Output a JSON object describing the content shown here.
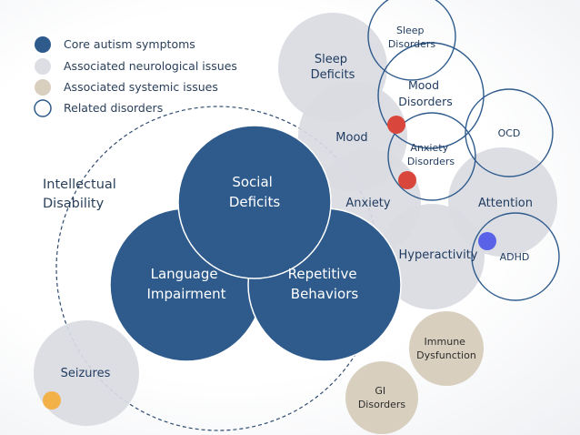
{
  "legend": [
    {
      "label": "Core autism symptoms",
      "swatch": "core"
    },
    {
      "label": "Associated neurological issues",
      "swatch": "neuro"
    },
    {
      "label": "Associated systemic issues",
      "swatch": "systemic"
    },
    {
      "label": "Related disorders",
      "swatch": "ring"
    }
  ],
  "colors": {
    "core": "#2e5b8c",
    "neuro": "#d9dbe2",
    "systemic": "#d8cfbf",
    "ring_stroke": "#2e5b8c",
    "red_dot": "#d9473c",
    "blue_dot": "#5a63e8",
    "orange_dot": "#f3b14a"
  },
  "intellectual_disability": {
    "line1": "Intellectual",
    "line2": "Disability"
  },
  "core": {
    "social": {
      "line1": "Social",
      "line2": "Deficits"
    },
    "language": {
      "line1": "Language",
      "line2": "Impairment"
    },
    "repetitive": {
      "line1": "Repetitive",
      "line2": "Behaviors"
    }
  },
  "neuro": {
    "sleep": {
      "line1": "Sleep",
      "line2": "Deficits"
    },
    "mood": "Mood",
    "anxiety": "Anxiety",
    "attention": "Attention",
    "hyperactivity": "Hyperactivity",
    "seizures": "Seizures"
  },
  "related": {
    "sleep_disorders": {
      "line1": "Sleep",
      "line2": "Disorders"
    },
    "mood_disorders": {
      "line1": "Mood",
      "line2": "Disorders"
    },
    "anxiety_disorders": {
      "line1": "Anxiety",
      "line2": "Disorders"
    },
    "ocd": "OCD",
    "adhd": "ADHD"
  },
  "systemic": {
    "immune": {
      "line1": "Immune",
      "line2": "Dysfunction"
    },
    "gi": {
      "line1": "GI",
      "line2": "Disorders"
    }
  }
}
